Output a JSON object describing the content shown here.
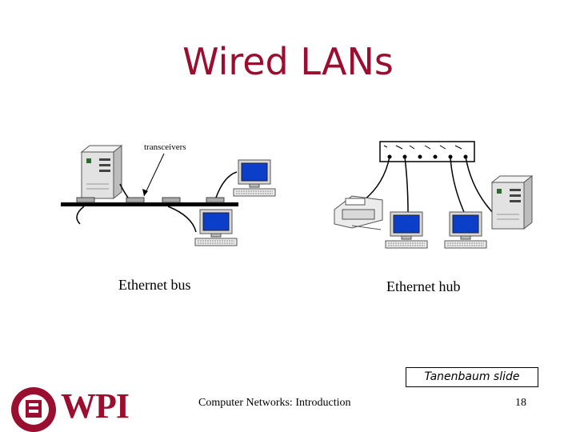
{
  "title": "Wired LANs",
  "diagram": {
    "transceivers_label": "transceivers",
    "bus_caption": "Ethernet bus",
    "hub_caption": "Ethernet hub"
  },
  "credit": "Tanenbaum slide",
  "footer": {
    "course": "Computer Networks: Introduction",
    "page_number": "18",
    "logo_text": "WPI"
  },
  "colors": {
    "title": "#9a0f2f",
    "screen": "#0b3fc9",
    "logo": "#9a0f2f"
  }
}
